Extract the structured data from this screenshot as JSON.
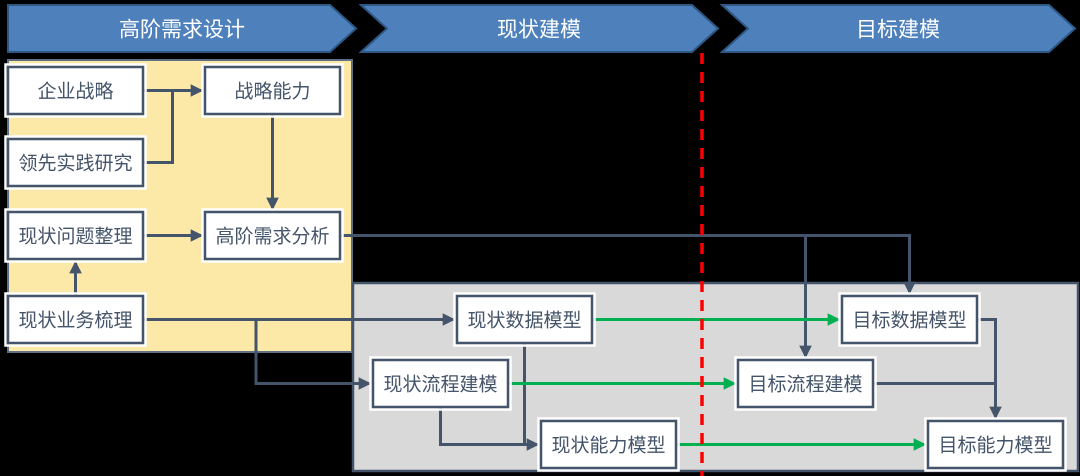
{
  "phases": {
    "design": "高阶需求设计",
    "current_modeling": "现状建模",
    "target_modeling": "目标建模"
  },
  "boxes": {
    "enterprise_strategy": "企业战略",
    "leading_practice": "领先实践研究",
    "strategic_capability": "战略能力",
    "current_problems": "现状问题整理",
    "hl_requirements_analysis": "高阶需求分析",
    "current_business": "现状业务梳理",
    "current_data_model": "现状数据模型",
    "current_process_model": "现状流程建模",
    "current_capability_model": "现状能力模型",
    "target_data_model": "目标数据模型",
    "target_process_model": "目标流程建模",
    "target_capability_model": "目标能力模型"
  },
  "colors": {
    "background": "#000000",
    "banner_blue": "#4E80BC",
    "banner_border": "#2E5884",
    "panel_yellow": "#FCE9A8",
    "panel_gray": "#D9D9D9",
    "box_fill": "#FFFFFF",
    "box_border": "#44546A",
    "connector_slate": "#44546A",
    "arrow_green": "#00B050",
    "divider_red": "#FF0000"
  }
}
